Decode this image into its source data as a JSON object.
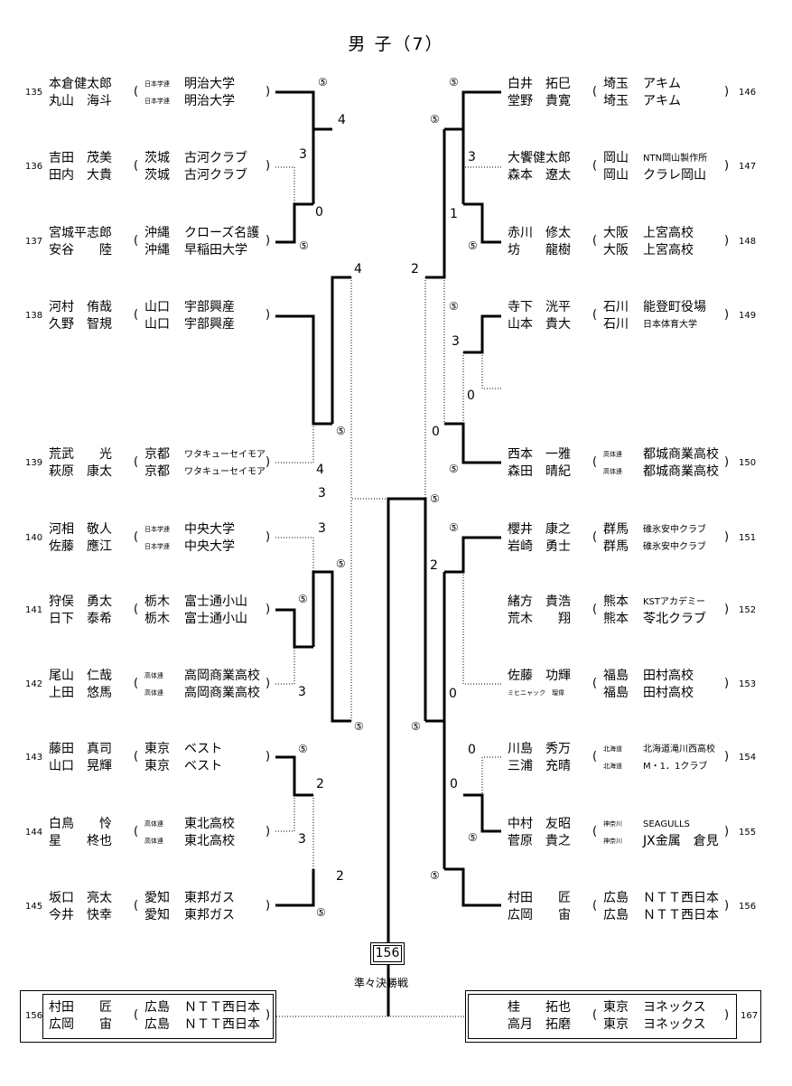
{
  "title": "男 子（7）",
  "final": {
    "box_number": "156",
    "label": "準々決勝戦"
  },
  "left_players": [
    {
      "no": "135",
      "n1": "本倉健太郎",
      "n2": "丸山　海斗",
      "p1": "日本学連",
      "p2": "日本学連",
      "ps": true,
      "a1": "明治大学",
      "a2": "明治大学"
    },
    {
      "no": "136",
      "n1": "吉田　茂美",
      "n2": "田内　大貴",
      "p1": "茨城",
      "p2": "茨城",
      "ps": false,
      "a1": "古河クラブ",
      "a2": "古河クラブ"
    },
    {
      "no": "137",
      "n1": "宮城平志郎",
      "n2": "安谷　　陸",
      "p1": "沖縄",
      "p2": "沖縄",
      "ps": false,
      "a1": "クローズ名護",
      "a2": "早稲田大学"
    },
    {
      "no": "138",
      "n1": "河村　侑哉",
      "n2": "久野　智規",
      "p1": "山口",
      "p2": "山口",
      "ps": false,
      "a1": "宇部興産",
      "a2": "宇部興産"
    },
    {
      "no": "139",
      "n1": "荒武　　光",
      "n2": "萩原　康太",
      "p1": "京都",
      "p2": "京都",
      "ps": false,
      "a1": "ワタキューセイモア",
      "a2": "ワタキューセイモア",
      "as": true
    },
    {
      "no": "140",
      "n1": "河相　敬人",
      "n2": "佐藤　應江",
      "p1": "日本学連",
      "p2": "日本学連",
      "ps": true,
      "a1": "中央大学",
      "a2": "中央大学"
    },
    {
      "no": "141",
      "n1": "狩俣　勇太",
      "n2": "日下　泰希",
      "p1": "栃木",
      "p2": "栃木",
      "ps": false,
      "a1": "富士通小山",
      "a2": "富士通小山"
    },
    {
      "no": "142",
      "n1": "尾山　仁哉",
      "n2": "上田　悠馬",
      "p1": "高体連",
      "p2": "高体連",
      "ps": true,
      "a1": "高岡商業高校",
      "a2": "高岡商業高校"
    },
    {
      "no": "143",
      "n1": "藤田　真司",
      "n2": "山口　晃輝",
      "p1": "東京",
      "p2": "東京",
      "ps": false,
      "a1": "ベスト",
      "a2": "ベスト"
    },
    {
      "no": "144",
      "n1": "白鳥　　怜",
      "n2": "星　　柊也",
      "p1": "高体連",
      "p2": "高体連",
      "ps": true,
      "a1": "東北高校",
      "a2": "東北高校"
    },
    {
      "no": "145",
      "n1": "坂口　亮太",
      "n2": "今井　快幸",
      "p1": "愛知",
      "p2": "愛知",
      "ps": false,
      "a1": "東邦ガス",
      "a2": "東邦ガス"
    }
  ],
  "right_players": [
    {
      "no": "146",
      "n1": "白井　拓巳",
      "n2": "堂野　貴寛",
      "p1": "埼玉",
      "p2": "埼玉",
      "ps": false,
      "a1": "アキム",
      "a2": "アキム"
    },
    {
      "no": "147",
      "n1": "大饗健太郎",
      "n2": "森本　遼太",
      "p1": "岡山",
      "p2": "岡山",
      "ps": false,
      "a1": "NTN岡山製作所",
      "a2": "クラレ岡山",
      "as1": true
    },
    {
      "no": "148",
      "n1": "赤川　修太",
      "n2": "坊　　龍樹",
      "p1": "大阪",
      "p2": "大阪",
      "ps": false,
      "a1": "上宮高校",
      "a2": "上宮高校"
    },
    {
      "no": "149",
      "n1": "寺下　洸平",
      "n2": "山本　貴大",
      "p1": "石川",
      "p2": "石川",
      "ps": false,
      "a1": "能登町役場",
      "a2": "日本体育大学",
      "as2": true
    },
    {
      "no": "150",
      "n1": "西本　一雅",
      "n2": "森田　晴紀",
      "p1": "高体連",
      "p2": "高体連",
      "ps": true,
      "a1": "都城商業高校",
      "a2": "都城商業高校"
    },
    {
      "no": "151",
      "n1": "櫻井　康之",
      "n2": "岩崎　勇士",
      "p1": "群馬",
      "p2": "群馬",
      "ps": false,
      "a1": "碓氷安中クラブ",
      "a2": "碓氷安中クラブ",
      "as": true
    },
    {
      "no": "152",
      "n1": "緒方　貴浩",
      "n2": "荒木　　翔",
      "p1": "熊本",
      "p2": "熊本",
      "ps": false,
      "a1": "KSTアカデミー",
      "a2": "苓北クラブ",
      "as1": true
    },
    {
      "no": "153",
      "n1": "佐藤　功輝",
      "n2": "ミヒニャック　瑠偉",
      "p1": "福島",
      "p2": "福島",
      "ps": false,
      "a1": "田村高校",
      "a2": "田村高校",
      "n2s": true
    },
    {
      "no": "154",
      "n1": "川島　秀万",
      "n2": "三浦　充晴",
      "p1": "北海道",
      "p2": "北海道",
      "ps": true,
      "a1": "北海道滝川西高校",
      "a2": "M・1．1クラブ",
      "as": true
    },
    {
      "no": "155",
      "n1": "中村　友昭",
      "n2": "菅原　貴之",
      "p1": "神奈川",
      "p2": "神奈川",
      "ps": true,
      "a1": "SEAGULLS",
      "a2": "JX金属　倉見",
      "as1": true
    },
    {
      "no": "156",
      "n1": "村田　　匠",
      "n2": "広岡　　宙",
      "p1": "広島",
      "p2": "広島",
      "ps": false,
      "a1": "ＮＴＴ西日本",
      "a2": "ＮＴＴ西日本"
    }
  ],
  "scores_left": [
    {
      "t": "⑤",
      "c": 1
    },
    {
      "t": "4"
    },
    {
      "t": "3"
    },
    {
      "t": "0"
    },
    {
      "t": "⑤",
      "c": 1
    },
    {
      "t": "4"
    },
    {
      "t": "⑤",
      "c": 1
    },
    {
      "t": "4"
    },
    {
      "t": "3"
    },
    {
      "t": "3"
    },
    {
      "t": "⑤",
      "c": 1
    },
    {
      "t": "⑤",
      "c": 1
    },
    {
      "t": "3"
    },
    {
      "t": "⑤",
      "c": 1
    },
    {
      "t": "⑤",
      "c": 1
    },
    {
      "t": "2"
    },
    {
      "t": "3"
    },
    {
      "t": "2"
    },
    {
      "t": "⑤",
      "c": 1
    }
  ],
  "scores_right": [
    {
      "t": "⑤",
      "c": 1
    },
    {
      "t": "⑤",
      "c": 1
    },
    {
      "t": "3"
    },
    {
      "t": "1"
    },
    {
      "t": "⑤",
      "c": 1
    },
    {
      "t": "2"
    },
    {
      "t": "⑤",
      "c": 1
    },
    {
      "t": "3"
    },
    {
      "t": "0"
    },
    {
      "t": "0"
    },
    {
      "t": "⑤",
      "c": 1
    },
    {
      "t": "⑤",
      "c": 1
    },
    {
      "t": "⑤",
      "c": 1
    },
    {
      "t": "2"
    },
    {
      "t": "0"
    },
    {
      "t": "⑤",
      "c": 1
    },
    {
      "t": "0"
    },
    {
      "t": "0"
    },
    {
      "t": "⑤",
      "c": 1
    },
    {
      "t": "⑤",
      "c": 1
    }
  ],
  "final_left": {
    "no": "156",
    "n1": "村田　　匠",
    "n2": "広岡　　宙",
    "p1": "広島",
    "p2": "広島",
    "a1": "ＮＴＴ西日本",
    "a2": "ＮＴＴ西日本"
  },
  "final_right": {
    "no": "167",
    "n1": "桂　　拓也",
    "n2": "高月　拓磨",
    "p1": "東京",
    "p2": "東京",
    "a1": "ヨネックス",
    "a2": "ヨネックス"
  },
  "paren_open": "(",
  "paren_close": ")"
}
